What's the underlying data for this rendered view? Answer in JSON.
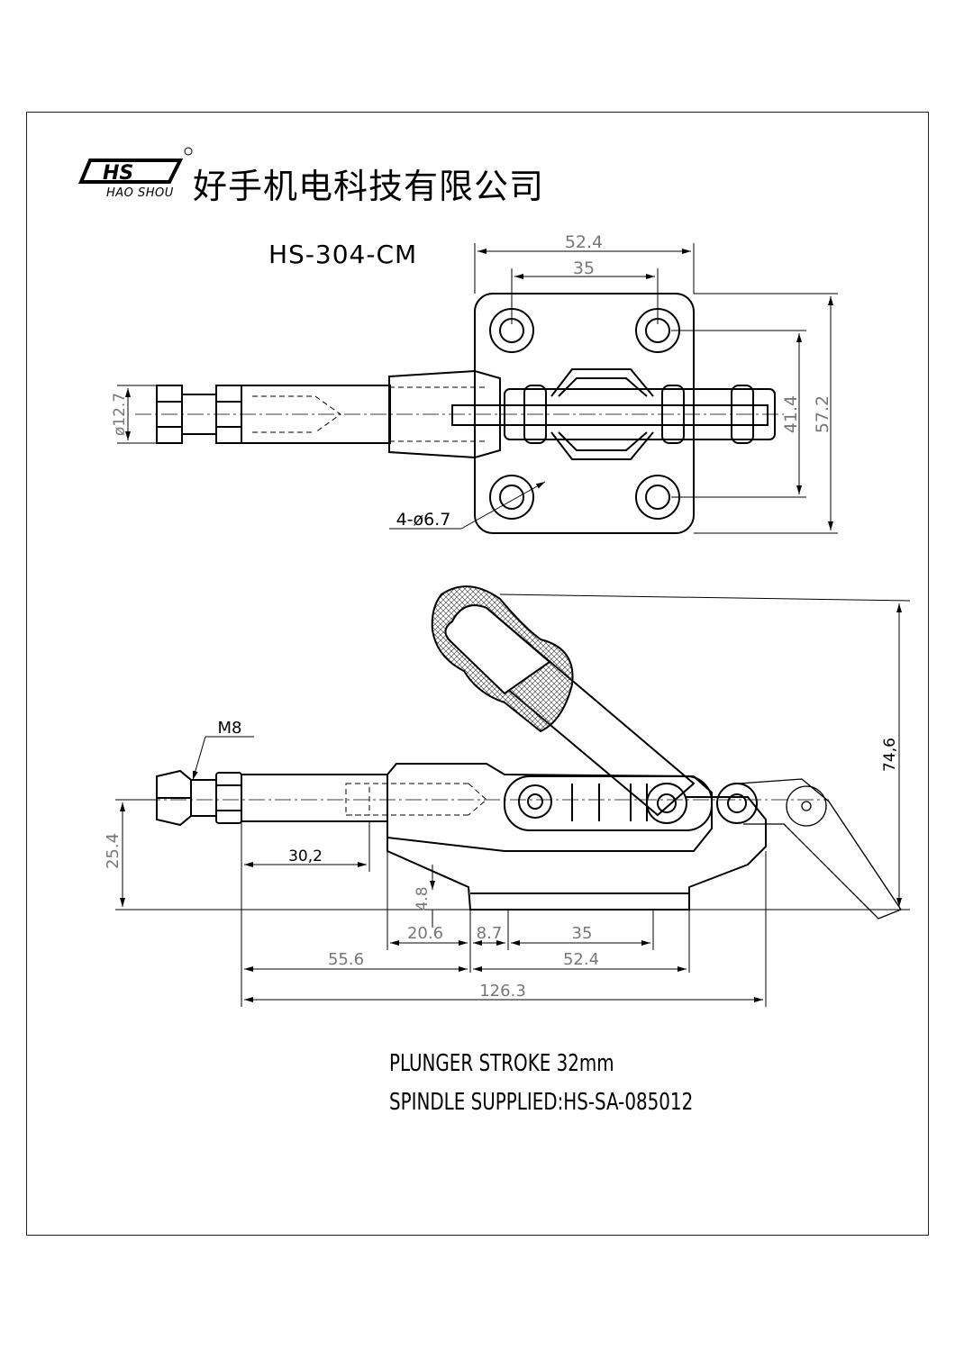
{
  "header": {
    "logo_mark": "HS",
    "logo_sub": "HAO SHOU",
    "company": "好手机电科技有限公司",
    "model": "HS-304-CM"
  },
  "top_view": {
    "dim_width_outer": "52.4",
    "dim_width_holes": "35",
    "dim_height_holes": "41.4",
    "dim_height_outer": "57.2",
    "dim_rod_diameter": "ø12.7",
    "dim_holes": "4-ø6.7"
  },
  "side_view": {
    "thread": "M8",
    "dim_height_axis": "25.4",
    "dim_rod_length": "30,2",
    "dim_total_height": "74,6",
    "dim_base_thickness": "4.8",
    "dim_20_6": "20.6",
    "dim_8_7": "8.7",
    "dim_35": "35",
    "dim_55_6": "55.6",
    "dim_52_4": "52.4",
    "dim_126_3": "126.3"
  },
  "notes": {
    "stroke": "PLUNGER STROKE   32mm",
    "spindle": "SPINDLE SUPPLIED:HS-SA-085012"
  }
}
